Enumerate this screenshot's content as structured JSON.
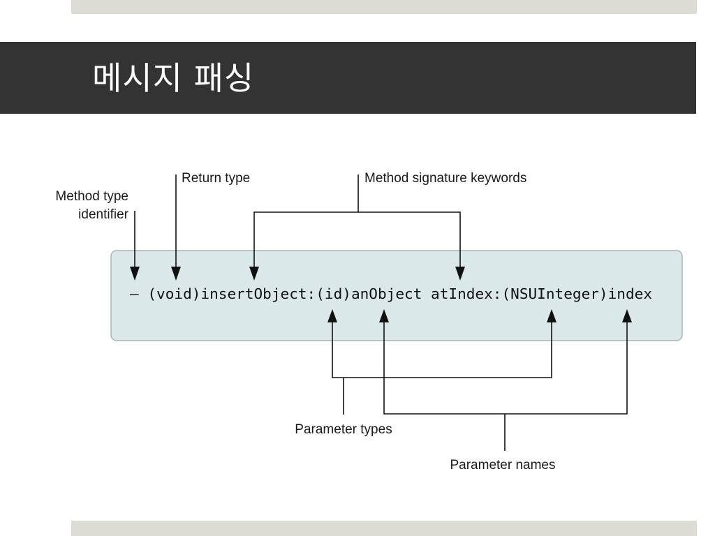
{
  "slide": {
    "title": "메시지 패싱"
  },
  "diagram": {
    "code": "– (void)insertObject:(id)anObject atIndex:(NSUInteger)index",
    "labels": {
      "method_type_line1": "Method type",
      "method_type_line2": "identifier",
      "return_type": "Return type",
      "signature_keywords": "Method signature keywords",
      "parameter_types": "Parameter types",
      "parameter_names": "Parameter names"
    },
    "colors": {
      "code_box_fill": "#dbe8ea",
      "code_box_stroke": "#a9b4b6",
      "title_band": "#333333",
      "accent_bars": "#dcdcd5"
    }
  }
}
